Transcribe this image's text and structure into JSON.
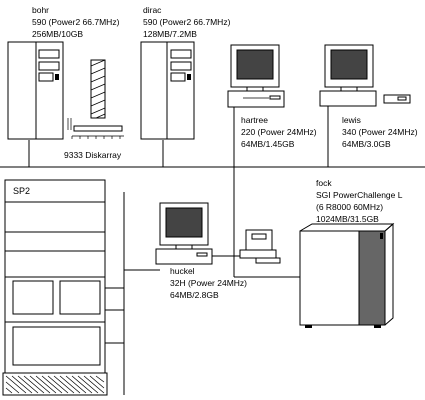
{
  "nodes": {
    "bohr": {
      "name": "bohr",
      "spec": "590 (Power2 66.7MHz)",
      "memory": "256MB/10GB"
    },
    "dirac": {
      "name": "dirac",
      "spec": "590 (Power2 66.7MHz)",
      "memory": "128MB/7.2MB"
    },
    "diskarray": {
      "label": "9333 Diskarray"
    },
    "hartree": {
      "name": "hartree",
      "spec": "220 (Power 24MHz)",
      "memory": "64MB/1.45GB"
    },
    "lewis": {
      "name": "lewis",
      "spec": "340 (Power 24MHz)",
      "memory": "64MB/3.0GB"
    },
    "sp2": {
      "name": "SP2"
    },
    "huckel": {
      "name": "huckel",
      "spec": "32H (Power 24MHz)",
      "memory": "64MB/2.8GB"
    },
    "fock": {
      "name": "fock",
      "spec": "SGI PowerChallenge L",
      "cpu": "(6 R8000 60MHz)",
      "memory": "1024MB/31.5GB"
    }
  }
}
